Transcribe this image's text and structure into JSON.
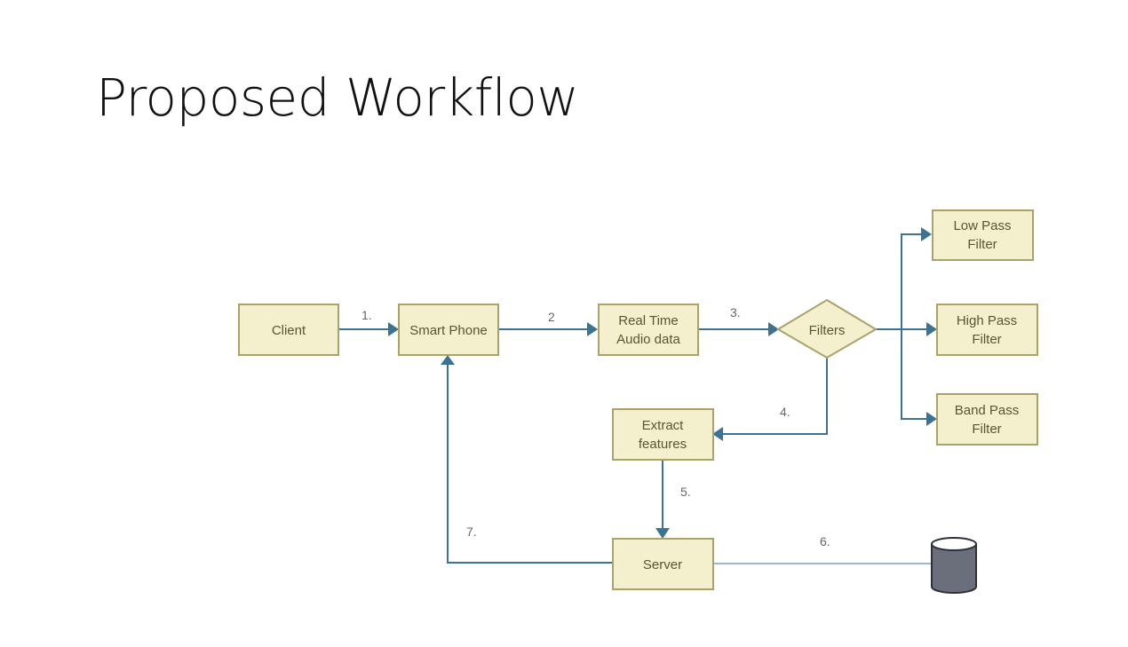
{
  "title": "Proposed Workflow",
  "nodes": {
    "client": "Client",
    "smart_phone": "Smart Phone",
    "real_time_1": "Real Time",
    "real_time_2": "Audio data",
    "filters": "Filters",
    "low_pass_1": "Low Pass",
    "low_pass_2": "Filter",
    "high_pass_1": "High Pass",
    "high_pass_2": "Filter",
    "band_pass_1": "Band Pass",
    "band_pass_2": "Filter",
    "extract_1": "Extract",
    "extract_2": "features",
    "server": "Server"
  },
  "steps": {
    "s1": "1.",
    "s2": "2",
    "s3": "3.",
    "s4": "4.",
    "s5": "5.",
    "s6": "6.",
    "s7": "7."
  },
  "colors": {
    "box_fill": "#f4efcd",
    "box_stroke": "#a9a36a",
    "connector": "#3c7392",
    "database": "#6b6f7b"
  }
}
